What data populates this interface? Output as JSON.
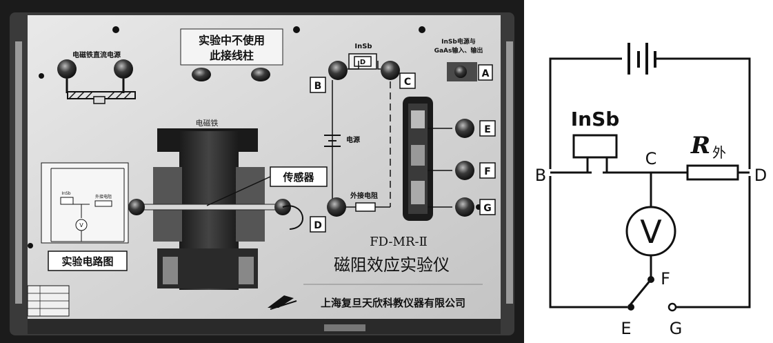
{
  "photo": {
    "labels": {
      "magnet_power": "电磁铁直流电源",
      "unused_line1": "实验中不使用",
      "unused_line2": "此接线柱",
      "insb_top": "InSb",
      "insb_box": "D",
      "insb_io_line1": "InSb电源与",
      "insb_io_line2": "GaAs输入、输出",
      "term_A": "A",
      "term_B": "B",
      "term_C": "C",
      "term_D": "D",
      "term_E": "E",
      "term_F": "F",
      "term_G": "G",
      "electromagnet": "电磁铁",
      "sensor": "传感器",
      "power": "电源",
      "ext_resistor": "外接电阻",
      "circuit_diagram": "实验电路图",
      "model": "FD-MR-Ⅱ",
      "title": "磁阻效应实验仪",
      "company": "上海复旦天欣科教仪器有限公司",
      "mini_insb": "InSb",
      "mini_ext": "外接电阻",
      "mini_v": "V"
    }
  },
  "schematic": {
    "insb": "InSb",
    "r_letter": "R",
    "r_sub": "外",
    "node_B": "B",
    "node_C": "C",
    "node_D": "D",
    "voltmeter": "V",
    "node_F": "F",
    "node_E": "E",
    "node_G": "G"
  }
}
